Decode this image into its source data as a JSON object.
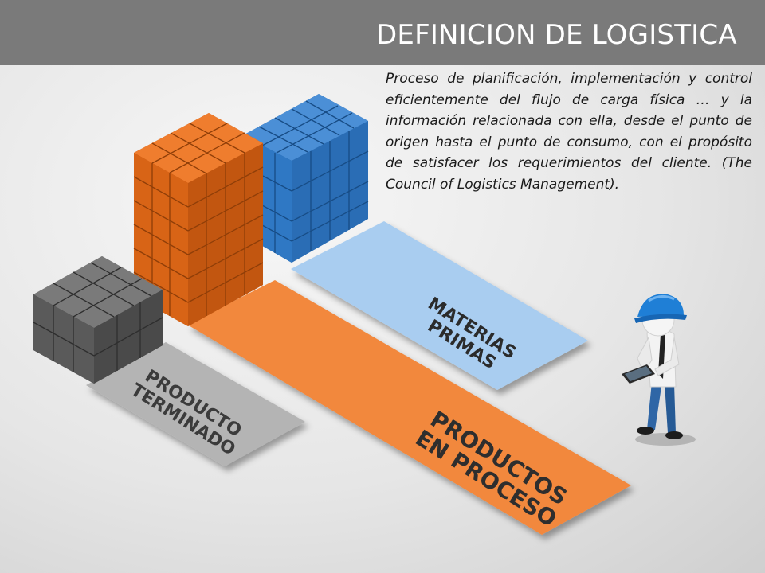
{
  "header": {
    "title": "DEFINICION DE LOGISTICA"
  },
  "definition": "Proceso de planificación, implementación y control eficientemente del flujo de carga física … y la información relacionada con ella, desde el punto de origen hasta el punto de consumo, con el propósito de satisfacer los requerimientos del cliente. (The Council of Logistics Management).",
  "diagram": {
    "strips": [
      {
        "label": "MATERIAS\nPRIMAS",
        "color": "#a9cdf0"
      },
      {
        "label": "PRODUCTO\nTERMINADO",
        "color": "#b4b4b4"
      },
      {
        "label": "PRODUCTOS\nEN PROCESO",
        "color": "#f2883d"
      }
    ],
    "stacks": [
      {
        "name": "blue-cubes",
        "color": "#2f78c4"
      },
      {
        "name": "orange-cubes",
        "color": "#d35f12"
      },
      {
        "name": "gray-cubes",
        "color": "#5a5a5a"
      }
    ],
    "figure": "worker-with-helmet-and-tablet-icon"
  }
}
